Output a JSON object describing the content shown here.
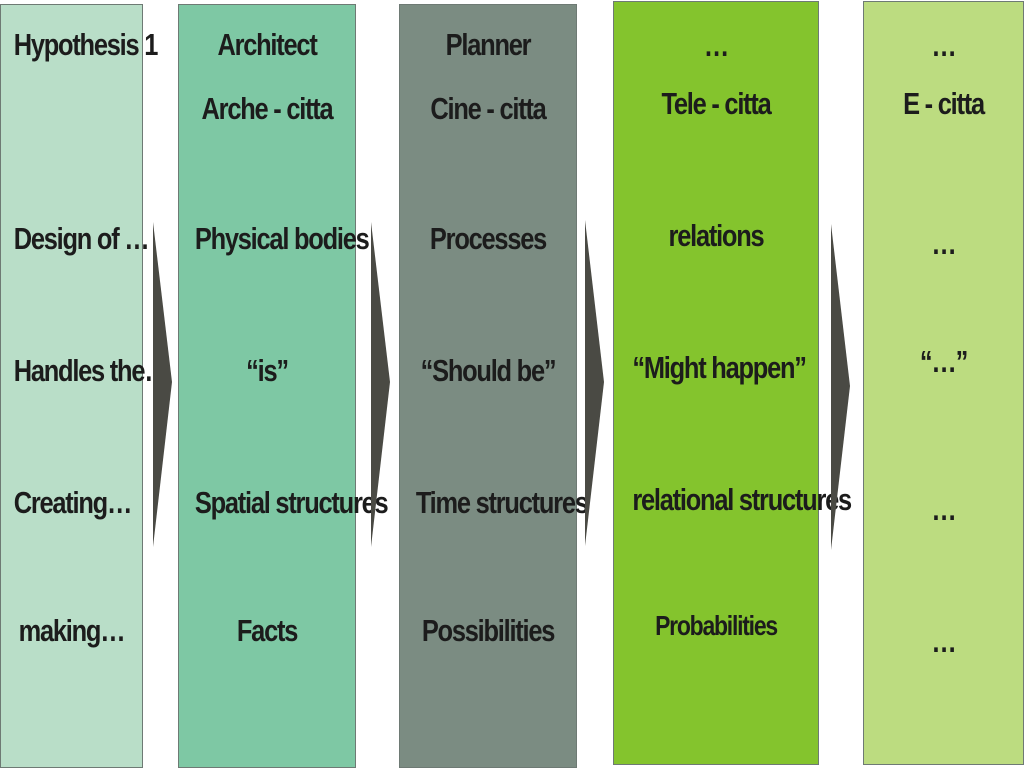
{
  "columns": [
    {
      "color": "#b9dec8",
      "cells": [
        "Hypothesis 1",
        "",
        "Design of …",
        "Handles the…",
        "Creating…",
        "making…"
      ]
    },
    {
      "color": "#7ec8a4",
      "cells": [
        "Architect",
        "Arche - citta",
        "Physical bodies",
        "“is”",
        "Spatial structures",
        "Facts"
      ]
    },
    {
      "color": "#7b8c82",
      "cells": [
        "Planner",
        "Cine - citta",
        "Processes",
        "“Should be”",
        "Time structures",
        "Possibilities"
      ]
    },
    {
      "color": "#84c42d",
      "cells": [
        "…",
        "Tele - citta",
        "relations",
        "“Might happen”",
        "relational structures",
        "Probabilities"
      ]
    },
    {
      "color": "#bcdc80",
      "cells": [
        "…",
        "E - citta",
        "…",
        "“…”",
        "…",
        "…"
      ]
    }
  ],
  "arrow_color": "#4a4a44"
}
